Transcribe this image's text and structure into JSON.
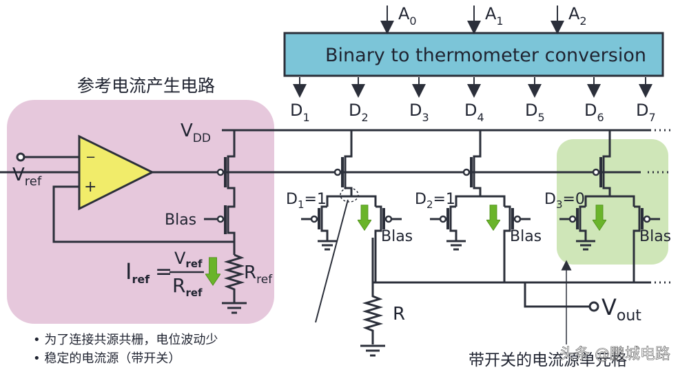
{
  "colors": {
    "wire": "#2b2f3a",
    "ref_panel": "#e6c8dc",
    "cell_panel": "#cfe6b8",
    "converter_box": "#7cc5d8",
    "opamp_fill": "#f1ec6a",
    "current_arrow": "#6ab42a"
  },
  "converter": {
    "title": "Binary to thermometer conversion",
    "inputs": [
      {
        "base": "A",
        "sub": "0"
      },
      {
        "base": "A",
        "sub": "1"
      },
      {
        "base": "A",
        "sub": "2"
      }
    ],
    "outputs": [
      {
        "base": "D",
        "sub": "1"
      },
      {
        "base": "D",
        "sub": "2"
      },
      {
        "base": "D",
        "sub": "3"
      },
      {
        "base": "D",
        "sub": "4"
      },
      {
        "base": "D",
        "sub": "5"
      },
      {
        "base": "D",
        "sub": "6"
      },
      {
        "base": "D",
        "sub": "7"
      }
    ]
  },
  "reference_circuit": {
    "title": "参考电流产生电路",
    "vdd": {
      "base": "V",
      "sub": "DD"
    },
    "vref": {
      "base": "V",
      "sub": "ref"
    },
    "opamp_minus": "−",
    "opamp_plus": "+",
    "bias_label": "Blas",
    "formula": {
      "lhs_base": "I",
      "lhs_sub": "ref",
      "equals": "=",
      "num_base": "V",
      "num_sub": "ref",
      "den_base": "R",
      "den_sub": "ref"
    },
    "resistor": {
      "base": "R",
      "sub": "ref"
    }
  },
  "notes": [
    "为了连接共源共栅，电位波动少",
    "稳定的电流源（带开关）"
  ],
  "cells": [
    {
      "switch_label": {
        "base": "D",
        "sub": "1",
        "value": "=1"
      },
      "bias_label": "Blas"
    },
    {
      "switch_label": {
        "base": "D",
        "sub": "2",
        "value": "=1"
      },
      "bias_label": "Blas"
    },
    {
      "switch_label": {
        "base": "D",
        "sub": "3",
        "value": "=0"
      },
      "bias_label": "Blas"
    }
  ],
  "load_resistor": "R",
  "output": {
    "base": "V",
    "sub": "out"
  },
  "caption": "带开关的电流源单元格",
  "watermark": "头条 @鹏城电路"
}
